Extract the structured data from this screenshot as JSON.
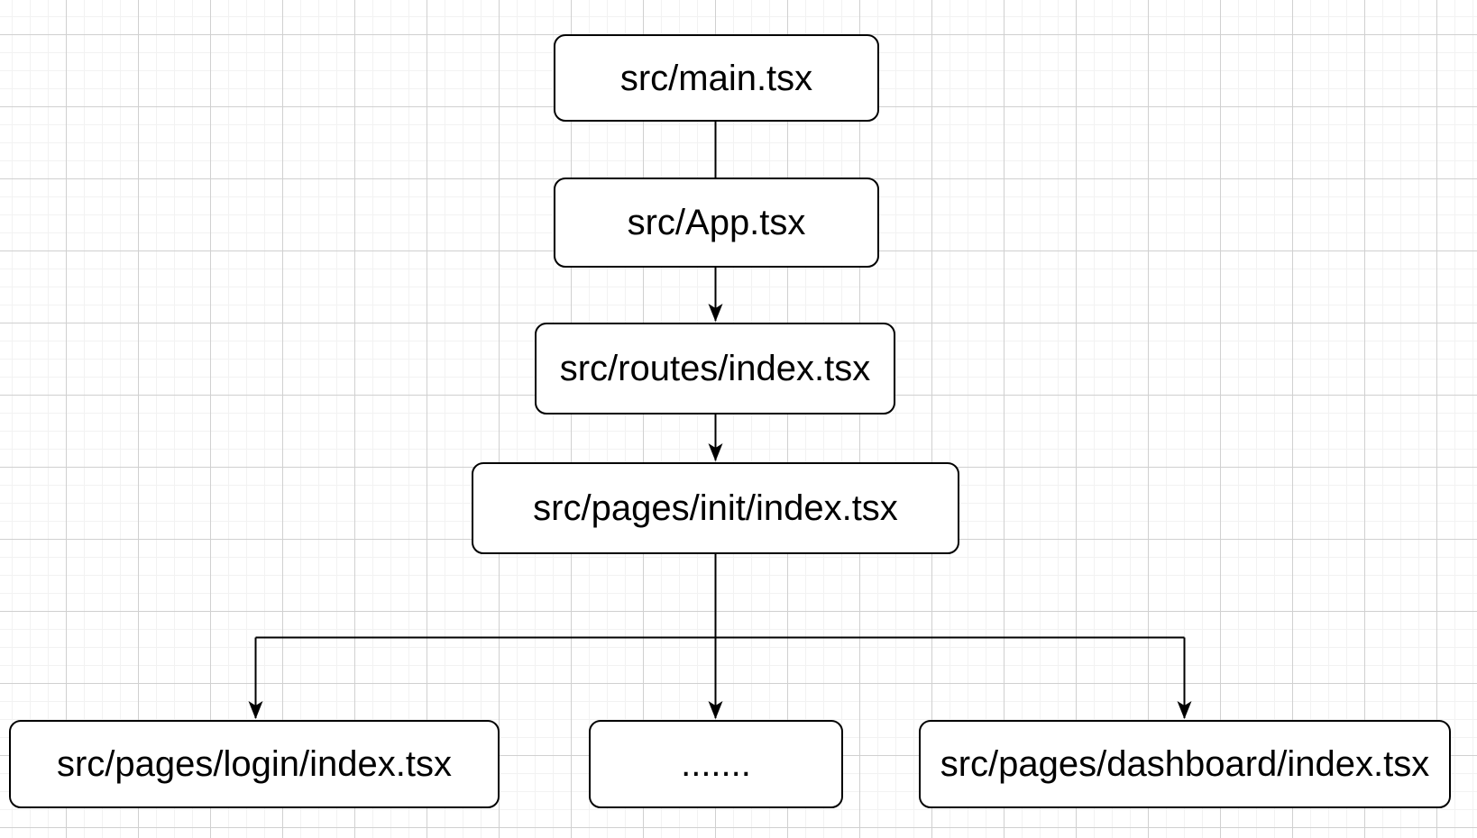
{
  "canvas": {
    "background_color": "#ffffff",
    "grid_minor_color": "#f2f2f2",
    "grid_major_color": "#d0d0d0",
    "node_fill_color": "#ffffff",
    "node_stroke_color": "#000000",
    "edge_color": "#000000"
  },
  "nodes": [
    {
      "id": "main",
      "label": "src/main.tsx"
    },
    {
      "id": "app",
      "label": "src/App.tsx"
    },
    {
      "id": "routes",
      "label": "src/routes/index.tsx"
    },
    {
      "id": "init",
      "label": "src/pages/init/index.tsx"
    },
    {
      "id": "login",
      "label": "src/pages/login/index.tsx"
    },
    {
      "id": "ellipsis",
      "label": "......."
    },
    {
      "id": "dashboard",
      "label": "src/pages/dashboard/index.tsx"
    }
  ],
  "edges": [
    {
      "from": "main",
      "to": "app",
      "arrowhead": false
    },
    {
      "from": "app",
      "to": "routes",
      "arrowhead": true
    },
    {
      "from": "routes",
      "to": "init",
      "arrowhead": true
    },
    {
      "from": "init",
      "to": "login",
      "arrowhead": true
    },
    {
      "from": "init",
      "to": "ellipsis",
      "arrowhead": true
    },
    {
      "from": "init",
      "to": "dashboard",
      "arrowhead": true
    }
  ]
}
